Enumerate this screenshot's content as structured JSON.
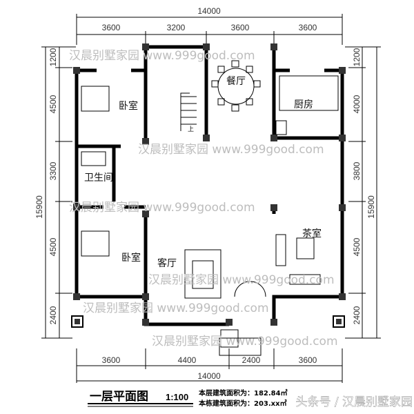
{
  "dimensions": {
    "top_total": "14000",
    "top_segments": [
      "3600",
      "3200",
      "3600",
      "3600"
    ],
    "bottom_total": "14000",
    "bottom_segments": [
      "3600",
      "4400",
      "2400",
      "3600"
    ],
    "left_total": "15900",
    "left_segments": [
      "1200",
      "4500",
      "3300",
      "4500",
      "2400"
    ],
    "right_total": "15900",
    "right_segments": [
      "1200",
      "4000",
      "3800",
      "4500",
      "2400"
    ]
  },
  "rooms": {
    "bedroom_1": "卧室",
    "bathroom": "卫生间",
    "bedroom_2": "卧室",
    "living_room": "客厅",
    "dining_room": "餐厅",
    "kitchen": "厨房",
    "tea_room": "茶室",
    "stair_up": "上"
  },
  "watermark": "汉晨别墅家园 www.999good.com",
  "title": {
    "name": "一层平面图",
    "scale": "1:100",
    "floor_area": "本层建筑面积为：182.84㎡",
    "total_area": "本栋建筑面积为：203.xx㎡"
  },
  "source_credit": "头条号 / 汉晨别墅家园"
}
